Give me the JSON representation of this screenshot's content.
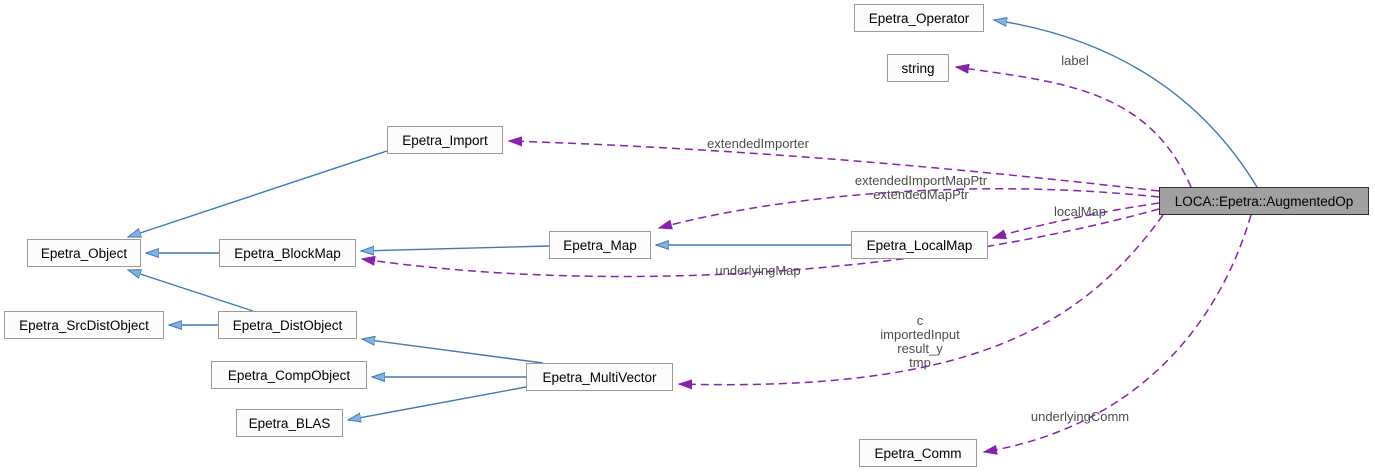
{
  "colors": {
    "edge_inherit": "#4179b4",
    "arrow_inherit_fill": "#7fb2e5",
    "edge_member": "#8820b0",
    "node_fill": "#fcfcfc",
    "node_border": "#9a9a9a",
    "highlight_fill": "#a0a0a0",
    "highlight_border": "#2f2f2f",
    "edge_label": "#4d4d4d"
  },
  "nodes": [
    {
      "id": "epetra-operator",
      "label": "Epetra_Operator"
    },
    {
      "id": "string",
      "label": "string"
    },
    {
      "id": "epetra-import",
      "label": "Epetra_Import"
    },
    {
      "id": "augmented-op",
      "label": "LOCA::Epetra::AugmentedOp",
      "highlight": true
    },
    {
      "id": "epetra-object",
      "label": "Epetra_Object"
    },
    {
      "id": "epetra-blockmap",
      "label": "Epetra_BlockMap"
    },
    {
      "id": "epetra-map",
      "label": "Epetra_Map"
    },
    {
      "id": "epetra-localmap",
      "label": "Epetra_LocalMap"
    },
    {
      "id": "epetra-srcdistobject",
      "label": "Epetra_SrcDistObject"
    },
    {
      "id": "epetra-distobject",
      "label": "Epetra_DistObject"
    },
    {
      "id": "epetra-compobject",
      "label": "Epetra_CompObject"
    },
    {
      "id": "epetra-multivector",
      "label": "Epetra_MultiVector"
    },
    {
      "id": "epetra-blas",
      "label": "Epetra_BLAS"
    },
    {
      "id": "epetra-comm",
      "label": "Epetra_Comm"
    }
  ],
  "edge_labels": [
    {
      "id": "label",
      "text": "label"
    },
    {
      "id": "extendedImporter",
      "text": "extendedImporter"
    },
    {
      "id": "extendedImportMapPtr",
      "text": "extendedImportMapPtr\nextendedMapPtr"
    },
    {
      "id": "localMap",
      "text": "localMap"
    },
    {
      "id": "underlyingMap",
      "text": "underlyingMap"
    },
    {
      "id": "multivector-members",
      "text": "c\nimportedInput\nresult_y\ntmp"
    },
    {
      "id": "underlyingComm",
      "text": "underlyingComm"
    }
  ],
  "edges": [
    {
      "from": "LOCA::Epetra::AugmentedOp",
      "to": "Epetra_Operator",
      "type": "inheritance"
    },
    {
      "from": "Epetra_Import",
      "to": "Epetra_Object",
      "type": "inheritance"
    },
    {
      "from": "Epetra_BlockMap",
      "to": "Epetra_Object",
      "type": "inheritance"
    },
    {
      "from": "Epetra_Map",
      "to": "Epetra_BlockMap",
      "type": "inheritance"
    },
    {
      "from": "Epetra_LocalMap",
      "to": "Epetra_Map",
      "type": "inheritance"
    },
    {
      "from": "Epetra_DistObject",
      "to": "Epetra_SrcDistObject",
      "type": "inheritance"
    },
    {
      "from": "Epetra_DistObject",
      "to": "Epetra_Object",
      "type": "inheritance"
    },
    {
      "from": "Epetra_MultiVector",
      "to": "Epetra_DistObject",
      "type": "inheritance"
    },
    {
      "from": "Epetra_MultiVector",
      "to": "Epetra_CompObject",
      "type": "inheritance"
    },
    {
      "from": "Epetra_MultiVector",
      "to": "Epetra_BLAS",
      "type": "inheritance"
    },
    {
      "from": "LOCA::Epetra::AugmentedOp",
      "to": "string",
      "type": "member",
      "label": "label"
    },
    {
      "from": "LOCA::Epetra::AugmentedOp",
      "to": "Epetra_Import",
      "type": "member",
      "label": "extendedImporter"
    },
    {
      "from": "LOCA::Epetra::AugmentedOp",
      "to": "Epetra_Map",
      "type": "member",
      "label": "extendedImportMapPtr\nextendedMapPtr"
    },
    {
      "from": "LOCA::Epetra::AugmentedOp",
      "to": "Epetra_LocalMap",
      "type": "member",
      "label": "localMap"
    },
    {
      "from": "LOCA::Epetra::AugmentedOp",
      "to": "Epetra_BlockMap",
      "type": "member",
      "label": "underlyingMap"
    },
    {
      "from": "LOCA::Epetra::AugmentedOp",
      "to": "Epetra_MultiVector",
      "type": "member",
      "label": "c\nimportedInput\nresult_y\ntmp"
    },
    {
      "from": "LOCA::Epetra::AugmentedOp",
      "to": "Epetra_Comm",
      "type": "member",
      "label": "underlyingComm"
    }
  ]
}
